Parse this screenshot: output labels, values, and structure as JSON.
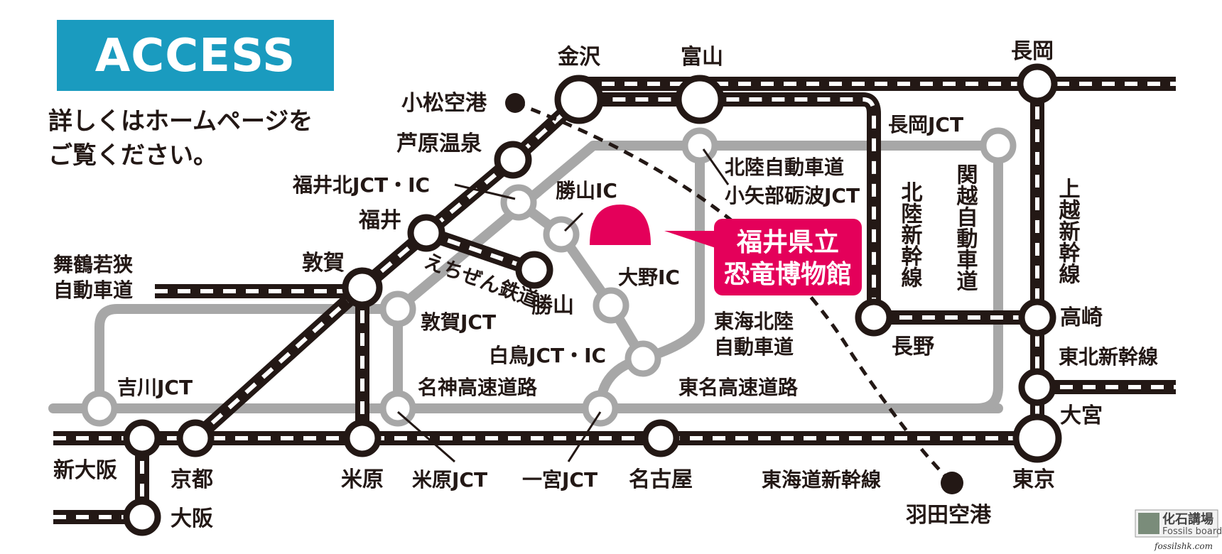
{
  "header": {
    "title": "ACCESS",
    "instructions_line1": "詳しくはホームページを",
    "instructions_line2": "ご覧ください。"
  },
  "museum": {
    "name_line1": "福井県立",
    "name_line2": "恐竜博物館",
    "color": "#e4005a"
  },
  "colors": {
    "rail": "#231815",
    "highway": "#a7a7a7",
    "header_bg": "#1a9bbf"
  },
  "stations": {
    "kanazawa": "金沢",
    "toyama": "富山",
    "nagaoka": "長岡",
    "awara_onsen": "芦原温泉",
    "fukui": "福井",
    "tsuruga": "敦賀",
    "katsuyama": "勝山",
    "nagano": "長野",
    "takasaki": "高崎",
    "omiya": "大宮",
    "tokyo": "東京",
    "shin_osaka": "新大阪",
    "kyoto": "京都",
    "osaka": "大阪",
    "maibara": "米原",
    "nagoya": "名古屋"
  },
  "airports": {
    "komatsu": "小松空港",
    "haneda": "羽田空港"
  },
  "junctions": {
    "fukui_kita": "福井北JCT・IC",
    "katsuyama_ic": "勝山IC",
    "ono_ic": "大野IC",
    "tsuruga_jct": "敦賀JCT",
    "shirotori": "白鳥JCT・IC",
    "yoshikawa": "吉川JCT",
    "maibara_jct": "米原JCT",
    "ichinomiya": "一宮JCT",
    "nagaoka_jct": "長岡JCT",
    "oyabe_line1": "北陸自動車道",
    "oyabe_line2": "小矢部砺波JCT"
  },
  "lines": {
    "maizuru_line1": "舞鶴若狭",
    "maizuru_line2": "自動車道",
    "echizen": "えちぜん鉄道",
    "tokai_hokuriku_line1": "東海北陸",
    "tokai_hokuriku_line2": "自動車道",
    "meishin": "名神高速道路",
    "tomei": "東名高速道路",
    "tokaido": "東海道新幹線",
    "tohoku": "東北新幹線",
    "hokuriku_shinkansen": "北陸新幹線",
    "kanetsu": "関越自動車道",
    "joetsu": "上越新幹線"
  },
  "watermark": {
    "name": "化石講場",
    "sub": "Fossils board",
    "url": "fossilshk.com"
  }
}
